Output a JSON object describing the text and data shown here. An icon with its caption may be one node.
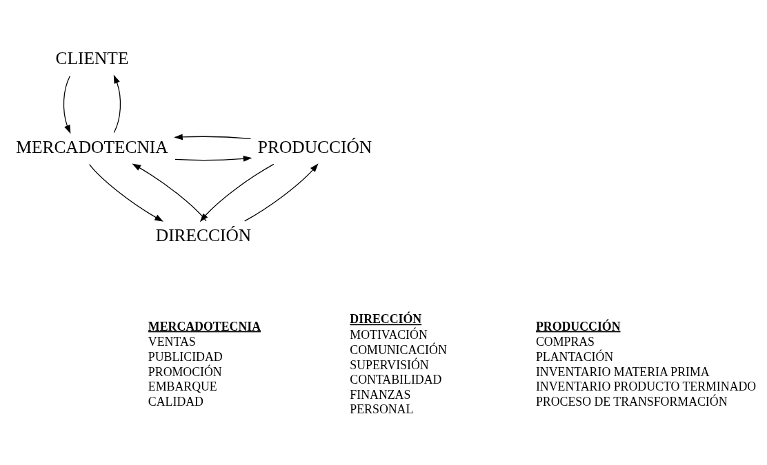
{
  "diagram": {
    "nodes": [
      {
        "text": [
          "CLIENTE"
        ]
      },
      {
        "text": [
          "MERCADOTECNIA"
        ]
      },
      {
        "text": [
          "PRODUCCIÓN"
        ]
      },
      {
        "text": [
          "DIRECCIÓN"
        ]
      }
    ],
    "edges": [
      {
        "from": 1,
        "to": 0,
        "arrow": "to"
      },
      {
        "from": 0,
        "to": 1,
        "arrow": "to"
      },
      {
        "from": 1,
        "to": 2,
        "arrow": "to"
      },
      {
        "from": 2,
        "to": 1,
        "arrow": "to"
      },
      {
        "from": 1,
        "to": 3,
        "arrow": "to"
      },
      {
        "from": 3,
        "to": 1,
        "arrow": "to"
      },
      {
        "from": 2,
        "to": 3,
        "arrow": "to"
      },
      {
        "from": 3,
        "to": 2,
        "arrow": "to"
      }
    ],
    "labels": [
      "MERCADOTECNIA",
      "VENTAS",
      "PUBLICIDAD",
      "PROMOCIÓN",
      "EMBARQUE",
      "CALIDAD",
      "DIRECCIÓN",
      "MOTIVACIÓN",
      "COMUNICACIÓN",
      "SUPERVISIÓN",
      "CONTABILIDAD",
      "FINANZAS",
      "PERSONAL",
      "PRODUCCIÓN",
      "COMPRAS",
      "PLANTACIÓN",
      "INVENTARIO MATERIA PRIMA",
      "INVENTARIO PRODUCTO TERMINADO",
      "PROCESO DE TRANSFORMACIÓN"
    ]
  }
}
